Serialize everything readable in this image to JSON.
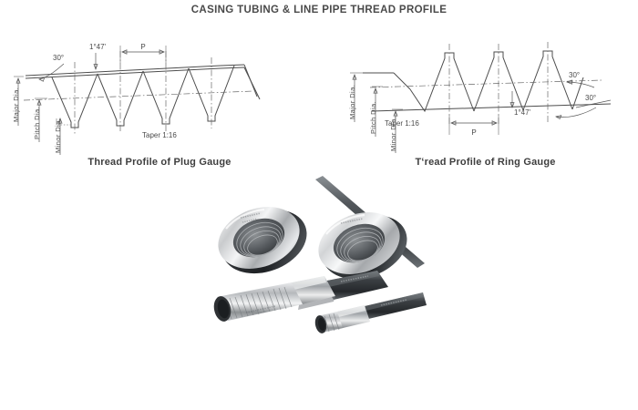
{
  "page": {
    "title": "CASING TUBING & LINE PIPE THREAD PROFILE",
    "background_color": "#ffffff",
    "line_color": "#4d4d4d",
    "text_color": "#4a4a4a"
  },
  "diagrams": [
    {
      "id": "plug-gauge",
      "caption": "Thread Profile of Plug Gauge",
      "type": "external-thread-profile",
      "annotations": {
        "flank_angle": "30°",
        "taper_half_angle": "1°47'",
        "pitch_label": "P",
        "taper": "Taper  1:16"
      },
      "dimension_labels": [
        "Major  Dia.",
        "Pitch  Dia.",
        "Minor  Dia."
      ]
    },
    {
      "id": "ring-gauge",
      "caption": "Tʻread Profile of Ring Gauge",
      "type": "internal-thread-profile",
      "annotations": {
        "flank_angle_upper": "30°",
        "flank_angle_lower": "30°",
        "taper_half_angle": "1°47'",
        "pitch_label": "P",
        "taper": "Taper  1:16"
      },
      "dimension_labels": [
        "Major  Dia.",
        "Pitch  Dia.",
        "Minor  Dia."
      ]
    }
  ],
  "photo": {
    "description": "Photograph of thread gauge set on white background",
    "items": [
      {
        "name": "ring-gauge-left",
        "kind": "ring gauge"
      },
      {
        "name": "ring-gauge-right",
        "kind": "ring gauge with handle bar"
      },
      {
        "name": "plug-gauge-large",
        "kind": "threaded plug gauge"
      },
      {
        "name": "plug-gauge-small",
        "kind": "threaded plug gauge"
      }
    ]
  }
}
